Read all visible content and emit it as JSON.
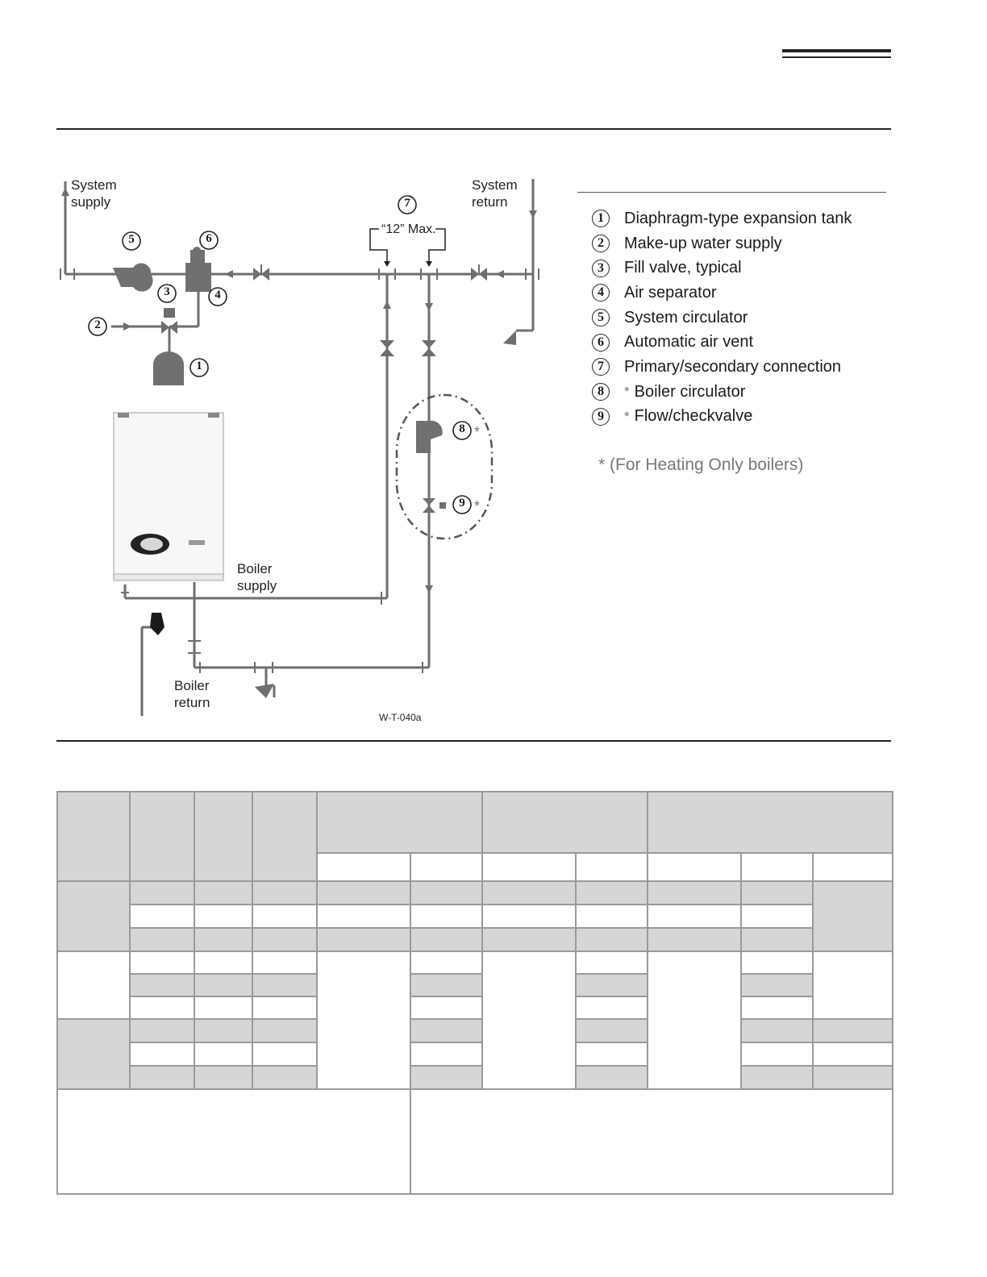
{
  "diagram": {
    "labels": {
      "system_supply": "System\nsupply",
      "system_return": "System\nreturn",
      "boiler_supply": "Boiler\nsupply",
      "boiler_return": "Boiler\nreturn",
      "max_distance": "“12” Max.",
      "figure_id": "W-T-040a"
    },
    "callouts": [
      "1",
      "2",
      "3",
      "4",
      "5",
      "6",
      "7",
      "8",
      "9"
    ],
    "star": "*"
  },
  "legend": {
    "items": [
      {
        "num": "1",
        "star": "",
        "text": "Diaphragm-type expansion tank"
      },
      {
        "num": "2",
        "star": "",
        "text": "Make-up water supply"
      },
      {
        "num": "3",
        "star": "",
        "text": "Fill valve, typical"
      },
      {
        "num": "4",
        "star": "",
        "text": "Air separator"
      },
      {
        "num": "5",
        "star": "",
        "text": "System circulator"
      },
      {
        "num": "6",
        "star": "",
        "text": "Automatic air vent"
      },
      {
        "num": "7",
        "star": "",
        "text": "Primary/secondary connection"
      },
      {
        "num": "8",
        "star": "*",
        "text": "Boiler circulator"
      },
      {
        "num": "9",
        "star": "*",
        "text": "Flow/checkvalve"
      }
    ],
    "footnote": "* (For Heating Only boilers)"
  },
  "colors": {
    "pipe": "#6e6e6e",
    "component": "#707070",
    "table_shade": "#d6d6d8",
    "table_border": "#9a9a9a",
    "rule": "#222222"
  }
}
